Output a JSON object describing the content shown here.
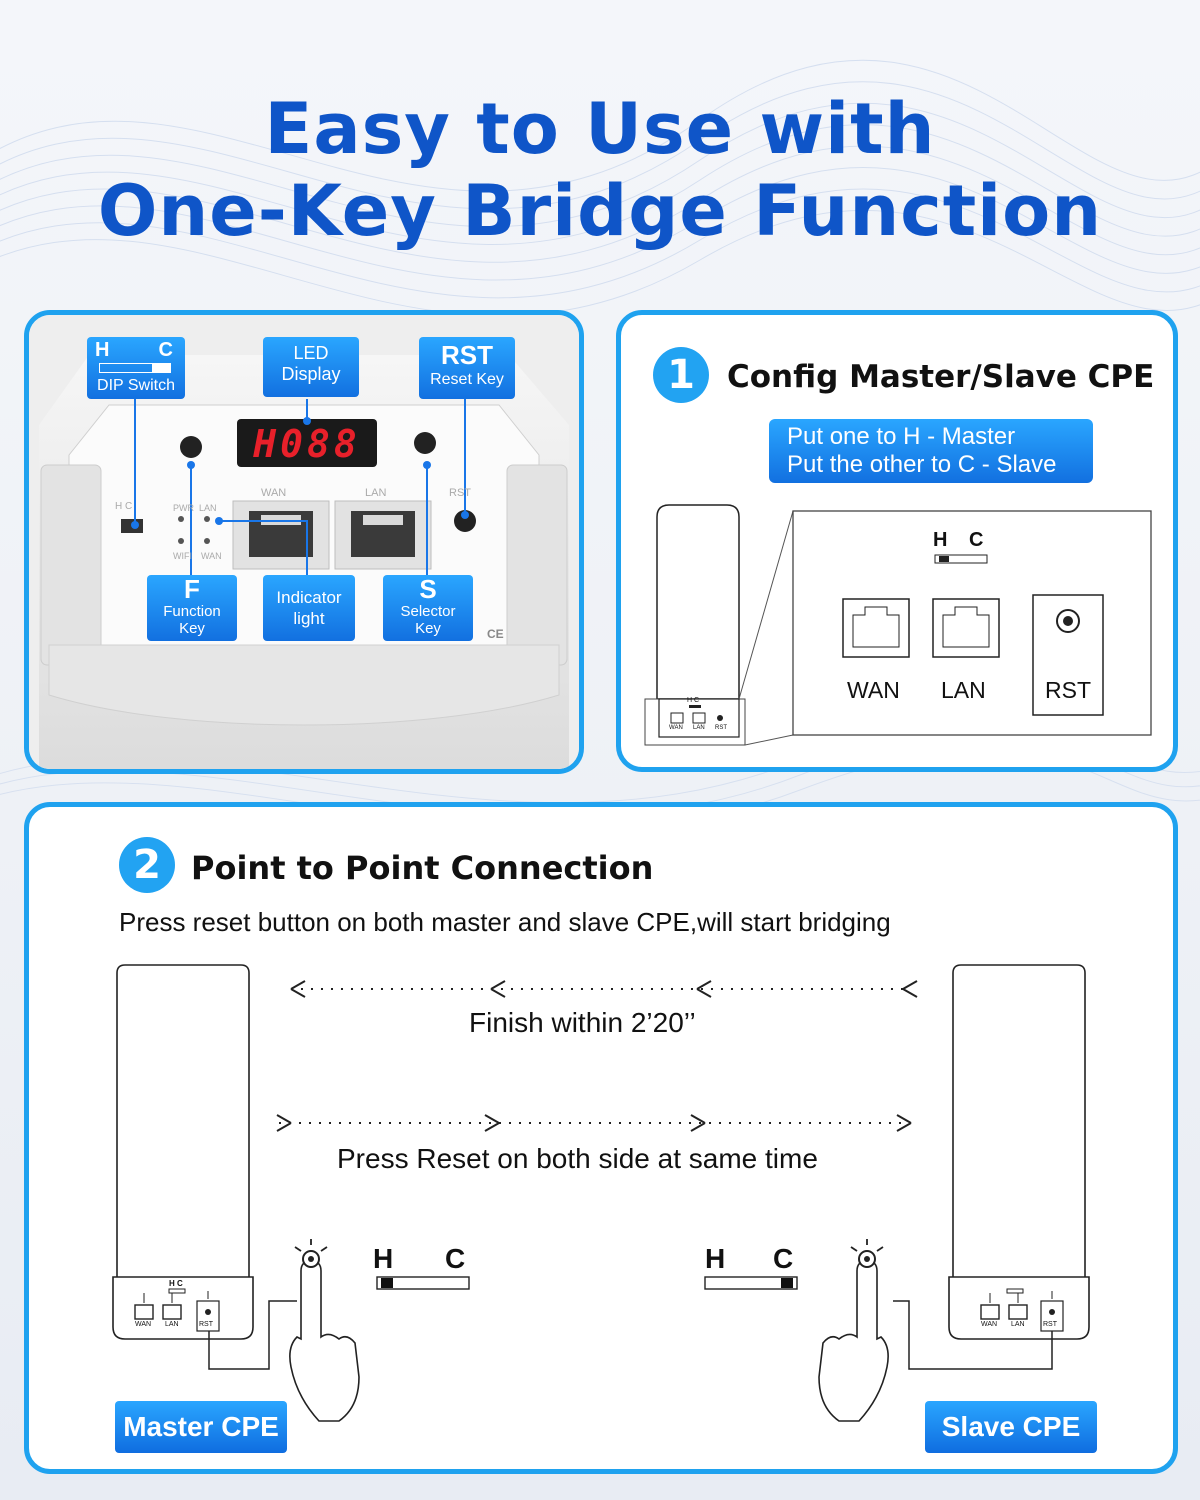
{
  "title": {
    "line1": "Easy to Use with",
    "line2": "One-Key Bridge Function"
  },
  "photo_panel": {
    "device_display": "H088",
    "dip_badge": {
      "h": "H",
      "c": "C",
      "label": "DIP Switch"
    },
    "led_badge": {
      "line1": "LED",
      "line2": "Display"
    },
    "rst_badge": {
      "big": "RST",
      "small": "Reset Key"
    },
    "f_badge": {
      "big": "F",
      "line1": "Function",
      "line2": "Key"
    },
    "indicator_badge": {
      "line1": "Indicator",
      "line2": "light"
    },
    "s_badge": {
      "big": "S",
      "line1": "Selector",
      "line2": "Key"
    },
    "port_labels": {
      "wan": "WAN",
      "lan": "LAN",
      "rst": "RST"
    },
    "led_labels": {
      "pwr": "PWR",
      "lan": "LAN",
      "wifi": "WIFI",
      "wan": "WAN"
    },
    "dip_marks": "H C",
    "mark": "CE"
  },
  "config_panel": {
    "step": "1",
    "heading": "Config Master/Slave CPE",
    "instruction_line1": "Put one to H - Master",
    "instruction_line2": "Put the other to C - Slave",
    "switch_h": "H",
    "switch_c": "C",
    "wan": "WAN",
    "lan": "LAN",
    "rst": "RST",
    "mini": {
      "hc": "H C",
      "wan": "WAN",
      "lan": "LAN",
      "rst": "RST"
    }
  },
  "p2p_panel": {
    "step": "2",
    "heading": "Point to Point Connection",
    "subtitle": "Press reset button on both master and slave CPE,will start bridging",
    "finish_text": "Finish within 2’20’’",
    "press_text": "Press Reset on both side at same time",
    "master_switch": {
      "h": "H",
      "c": "C"
    },
    "slave_switch": {
      "h": "H",
      "c": "C"
    },
    "master_device": {
      "hc": "H C",
      "wan": "WAN",
      "lan": "LAN",
      "rst": "RST"
    },
    "slave_device": {
      "wan": "WAN",
      "lan": "LAN",
      "rst": "RST"
    },
    "master_label": "Master CPE",
    "slave_label": "Slave CPE"
  },
  "colors": {
    "title_blue": "#0f55c8",
    "border_blue": "#1fa2ef",
    "badge_blue": "#1a87ee"
  }
}
